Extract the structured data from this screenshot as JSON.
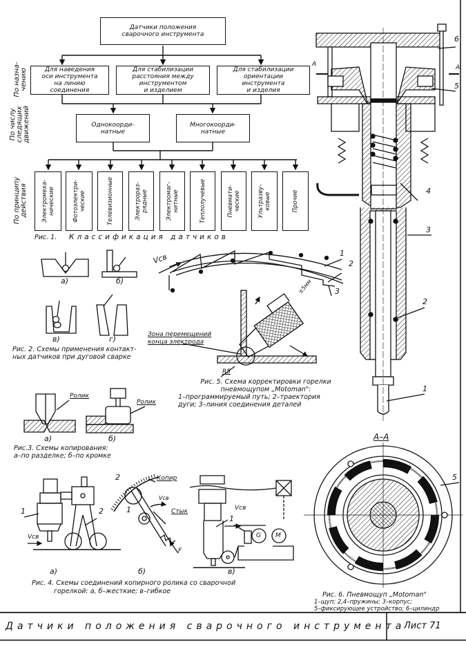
{
  "sheet": {
    "title": "Датчики положения сварочного инструмента",
    "sheet_label": "Лист 71"
  },
  "fig1": {
    "root": "Датчики положения сварочного инструмента",
    "root_line1": "Датчики положения",
    "root_line2": "сварочного инструмента",
    "row_labels": {
      "purpose": "По назна-\nчению",
      "purpose_l1": "По назна-",
      "purpose_l2": "чению",
      "motions_l1": "По числу",
      "motions_l2": "следящих",
      "motions_l3": "движений",
      "principle_l1": "По принципу",
      "principle_l2": "действия"
    },
    "purpose": [
      {
        "l1": "Для наведения",
        "l2": "оси инструмента",
        "l3": "на линию",
        "l4": "соединения"
      },
      {
        "l1": "Для стабилизации",
        "l2": "расстояния между",
        "l3": "инструментом",
        "l4": "и изделием"
      },
      {
        "l1": "Для стабилизации",
        "l2": "ориентации",
        "l3": "инструмента",
        "l4": "и изделия"
      }
    ],
    "coords": [
      {
        "l1": "Однокоорди-",
        "l2": "натные"
      },
      {
        "l1": "Многокоорди-",
        "l2": "натные"
      }
    ],
    "principles": [
      {
        "l1": "Электромеха-",
        "l2": "нические"
      },
      {
        "l1": "Фотоэлектри-",
        "l2": "ческие"
      },
      {
        "l1": "Телевизионные",
        "l2": ""
      },
      {
        "l1": "Электрораз-",
        "l2": "рядные"
      },
      {
        "l1": "Электромаг-",
        "l2": "нитные"
      },
      {
        "l1": "Теплолучевые",
        "l2": ""
      },
      {
        "l1": "Пневмати-",
        "l2": "ческие"
      },
      {
        "l1": "Ультразву-",
        "l2": "ковые"
      },
      {
        "l1": "Прочие",
        "l2": ""
      }
    ],
    "caption_num": "Рис. 1.",
    "caption": "Классификация датчиков"
  },
  "fig2": {
    "labels": [
      "а)",
      "б)",
      "в)",
      "г)"
    ],
    "caption_l1": "Рис. 2. Схемы применения контакт-",
    "caption_l2": "ных датчиков при дуговой сварке"
  },
  "fig3": {
    "roller_label": "Ролик",
    "labels": [
      "а)",
      "б)"
    ],
    "caption_l1": "Рис.3. Схемы копирования:",
    "caption_l2": "а–по разделке; б–по кромке"
  },
  "fig4": {
    "labels": [
      "а)",
      "б)",
      "в)"
    ],
    "callouts": {
      "one": "1",
      "two": "2",
      "vsv": "Vсв",
      "copier": "Копир",
      "joint": "Стык",
      "force": "F",
      "gen": "G",
      "motor": "M"
    },
    "caption_l1": "Рис. 4. Схемы соединений копирного ролика со сварочной",
    "caption_l2": "горелкой: а, б–жесткие; в–гибкое"
  },
  "fig5": {
    "vsv": "Vсв",
    "callouts": [
      "1",
      "2",
      "3"
    ],
    "tolerance": "±5мм",
    "zone_l1": "Зона перемещений",
    "zone_l2": "конца электрода",
    "radius": "R5",
    "caption_l1": "Рис. 5. Схема корректировки горелки",
    "caption_l2": "пневмощупом „Motoman\":",
    "caption_l3": "1–программируемый путь; 2–траектория",
    "caption_l4": "дуги; 3–линия соединения деталей"
  },
  "fig6": {
    "section_mark": "А",
    "section_title": "А–А",
    "callouts": [
      "1",
      "2",
      "3",
      "4",
      "5",
      "6"
    ],
    "section_callout": "5",
    "caption_l1": "Рис. 6. Пневмощуп „Motoman\"",
    "caption_l2": "1–щуп; 2,4–пружины; 3–корпус;",
    "caption_l3": "5–фиксирующее устройство; 6–цилиндр"
  }
}
